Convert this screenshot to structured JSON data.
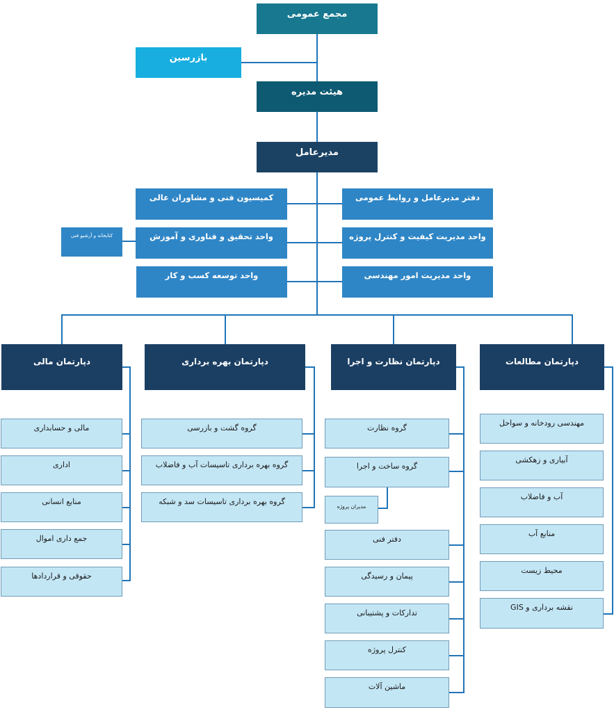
{
  "top": {
    "general_assembly": "مجمع عمومی",
    "inspector": "بازرسین",
    "board": "هیئت مدیره",
    "ceo": "مدیرعامل"
  },
  "staff": {
    "right": [
      "دفتر مدیرعامل و روابط عمومی",
      "واحد مدیریت کیفیت و کنترل پروژه",
      "واحد مدیریت امور مهندسی"
    ],
    "left": [
      "کمیسیون فنی و مشاوران عالی",
      "واحد تحقیق و فناوری و آموزش",
      "واحد توسعه کسب و کار"
    ],
    "library": "کتابخانه و آرشیو فنی"
  },
  "departments": [
    {
      "title": "دپارتمان مالی",
      "items": [
        "مالی و حسابداری",
        "اداری",
        "منابع انسانی",
        "جمع داری اموال",
        "حقوقی و قراردادها"
      ]
    },
    {
      "title": "دپارتمان بهره برداری",
      "items": [
        "گروه گشت و بازرسی",
        "گروه بهره برداری تاسیسات آب و فاضلاب",
        "گروه بهره برداری تاسیسات سد و شبکه"
      ]
    },
    {
      "title": "دپارتمان نظارت و اجرا",
      "items": [
        "گروه نظارت",
        "گروه ساخت و اجرا",
        "دفتر فنی",
        "پیمان و رسیدگی",
        "تدارکات و پشتیبانی",
        "کنترل پروژه",
        "ماشین آلات"
      ],
      "sub_item": "مدیران پروژه"
    },
    {
      "title": "دپارتمان مطالعات",
      "items": [
        "مهندسی رودخانه و سواحل",
        "آبیاری و زهکشی",
        "آب و فاضلاب",
        "منابع آب",
        "محیط زیست",
        "نقشه برداری و GIS"
      ]
    }
  ],
  "colors": {
    "line": "#1f74b8",
    "navy": "#1b3f63",
    "blue": "#2f86c6",
    "light": "#c3e6f5"
  }
}
